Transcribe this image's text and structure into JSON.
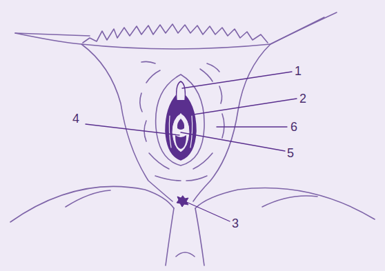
{
  "diagram": {
    "labels": [
      "1",
      "2",
      "4",
      "6",
      "5",
      "3"
    ]
  }
}
